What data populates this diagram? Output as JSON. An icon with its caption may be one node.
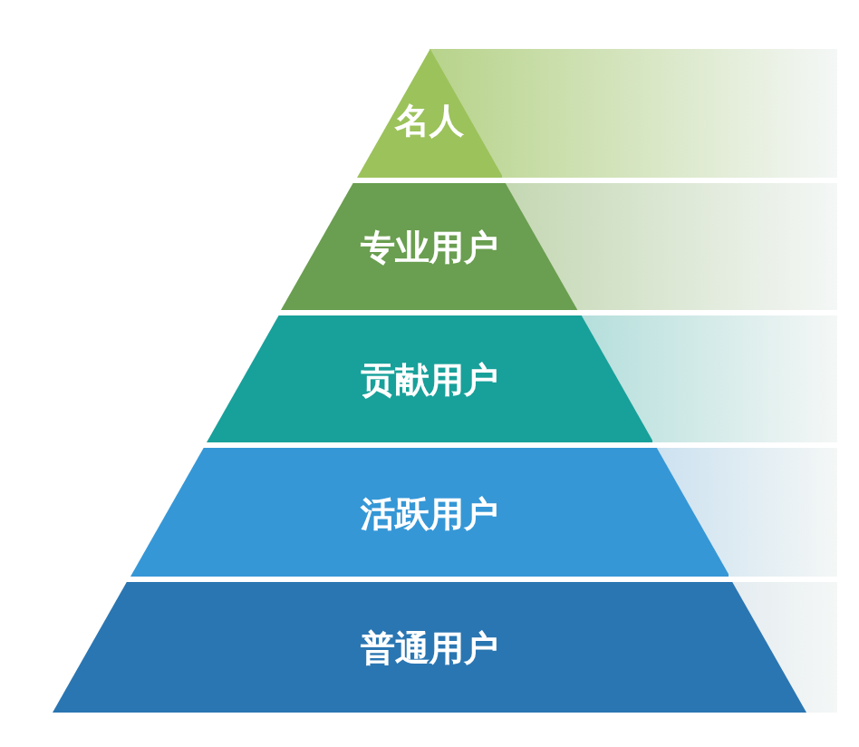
{
  "diagram": {
    "nodes": [
      {
        "text": [
          "名人"
        ]
      },
      {
        "text": [
          "专业用户"
        ]
      },
      {
        "text": [
          "贡献用户"
        ]
      },
      {
        "text": [
          "活跃用户"
        ]
      },
      {
        "text": [
          "普通用户"
        ]
      }
    ]
  }
}
